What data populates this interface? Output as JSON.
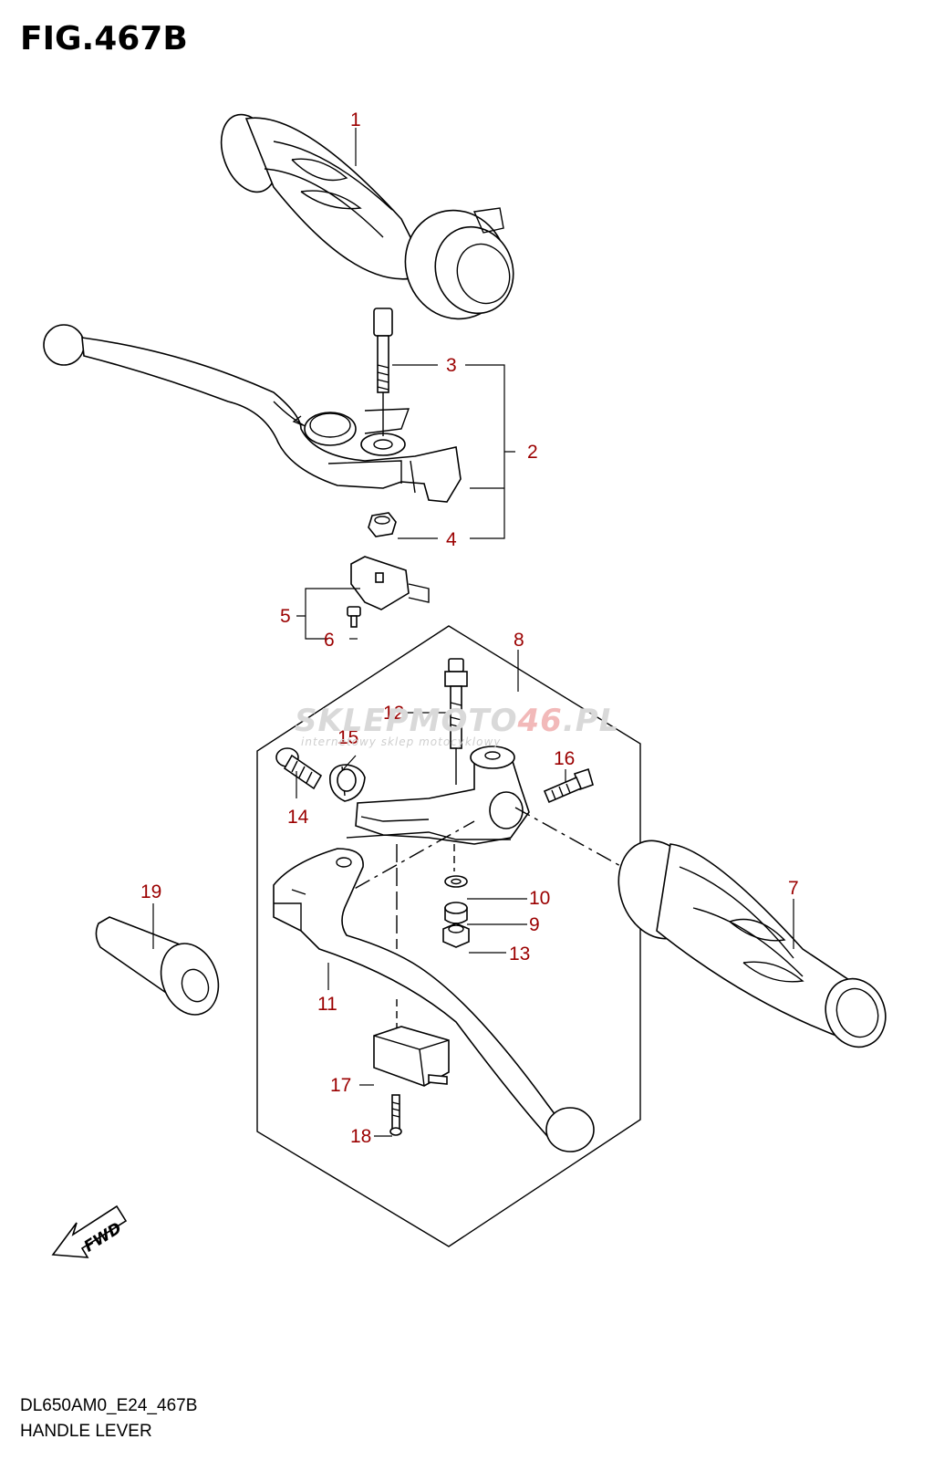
{
  "figure": {
    "title": "FIG.467B",
    "code": "DL650AM0_E24_467B",
    "name": "HANDLE LEVER",
    "watermark_main": "SKLEPMOTO",
    "watermark_accent": "46",
    "watermark_suffix": ".PL",
    "watermark_sub": "internetowy sklep motocyklowy",
    "fwd_label": "FWD"
  },
  "callouts": [
    "1",
    "2",
    "3",
    "4",
    "5",
    "6",
    "7",
    "8",
    "9",
    "10",
    "11",
    "12",
    "13",
    "14",
    "15",
    "16",
    "17",
    "18",
    "19"
  ],
  "colors": {
    "callout": "#9b0000",
    "line": "#000000",
    "watermark": "#d9d9d9"
  }
}
